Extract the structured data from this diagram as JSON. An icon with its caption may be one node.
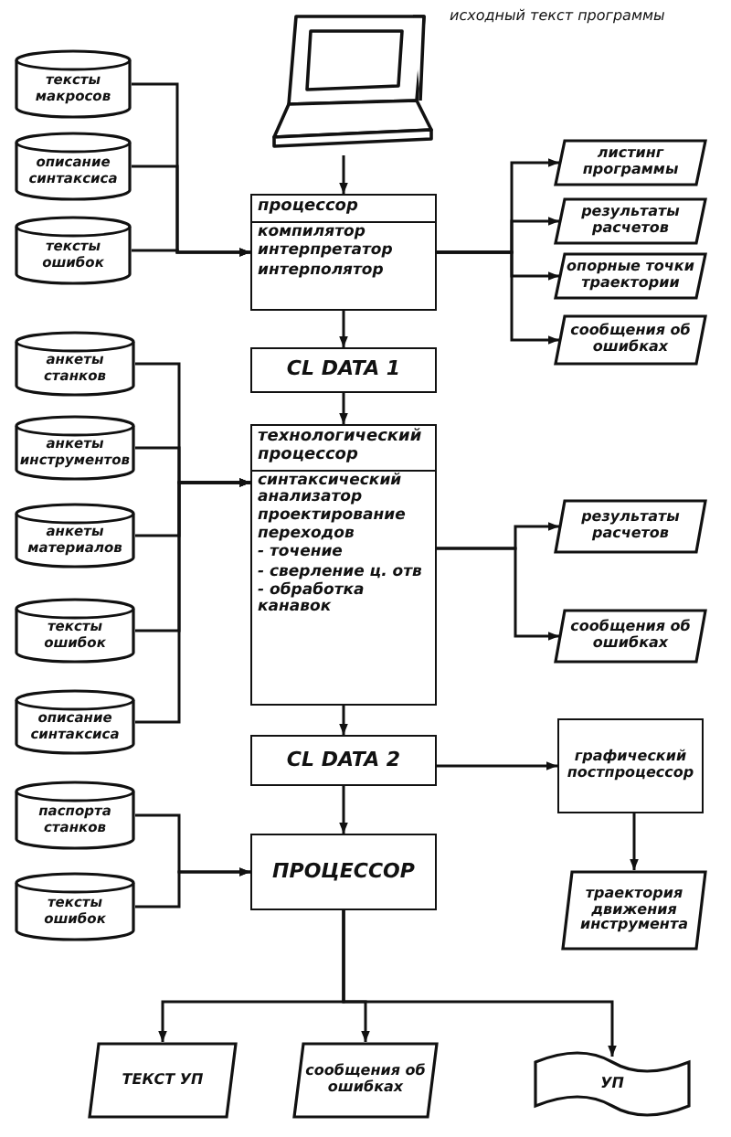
{
  "diagram": {
    "nodes": [
      {
        "text": [],
        "shape": "picture",
        "beside": [
          "исходный текст программы"
        ]
      },
      {
        "text": [
          "тексты макросов"
        ]
      },
      {
        "text": [
          "описание синтаксиса"
        ]
      },
      {
        "text": [
          "тексты ошибок"
        ]
      },
      {
        "text": [
          "процессор",
          "компилятор",
          "интерпретатор",
          "интерполятор"
        ]
      },
      {
        "text": [
          "листинг программы"
        ]
      },
      {
        "text": [
          "результаты расчетов"
        ]
      },
      {
        "text": [
          "опорные точки траектории"
        ]
      },
      {
        "text": [
          "сообщения об ошибках"
        ]
      },
      {
        "text": [
          "CL DATA 1"
        ]
      },
      {
        "text": [
          "анкеты станков"
        ]
      },
      {
        "text": [
          "анкеты инструментов"
        ]
      },
      {
        "text": [
          "анкеты материалов"
        ]
      },
      {
        "text": [
          "тексты ошибок"
        ]
      },
      {
        "text": [
          "описание синтаксиса"
        ]
      },
      {
        "text": [
          "технологический процессор",
          "синтаксический анализатор",
          "проектирование переходов",
          "- точение",
          "- сверление ц. отв",
          "- обработка канавок"
        ]
      },
      {
        "text": [
          "результаты расчетов"
        ]
      },
      {
        "text": [
          "сообщения об ошибках"
        ]
      },
      {
        "text": [
          "CL DATA 2"
        ]
      },
      {
        "text": [
          "графический постпроцессор"
        ]
      },
      {
        "text": [
          "траектория движения инструмента"
        ]
      },
      {
        "text": [
          "паспорта станков"
        ]
      },
      {
        "text": [
          "тексты ошибок"
        ]
      },
      {
        "text": [
          "ПРОЦЕССОР"
        ]
      },
      {
        "text": [
          "ТЕКСТ УП"
        ]
      },
      {
        "text": [
          "сообщения об ошибках"
        ]
      },
      {
        "text": [
          "УП"
        ]
      }
    ],
    "edges": [
      {
        "from": 1,
        "to": 4,
        "arrow": "to"
      },
      {
        "from": 2,
        "to": 4,
        "arrow": "to"
      },
      {
        "from": 3,
        "to": 4,
        "arrow": "to"
      },
      {
        "from": 0,
        "to": 4,
        "arrow": "to"
      },
      {
        "from": 4,
        "to": 5,
        "arrow": "to"
      },
      {
        "from": 4,
        "to": 6,
        "arrow": "to"
      },
      {
        "from": 4,
        "to": 7,
        "arrow": "to"
      },
      {
        "from": 4,
        "to": 8,
        "arrow": "to"
      },
      {
        "from": 4,
        "to": 9,
        "arrow": "to"
      },
      {
        "from": 9,
        "to": 15,
        "arrow": "to"
      },
      {
        "from": 10,
        "to": 15,
        "arrow": "to"
      },
      {
        "from": 11,
        "to": 15,
        "arrow": "to"
      },
      {
        "from": 12,
        "to": 15,
        "arrow": "to"
      },
      {
        "from": 13,
        "to": 15,
        "arrow": "to"
      },
      {
        "from": 14,
        "to": 15,
        "arrow": "to"
      },
      {
        "from": 15,
        "to": 16,
        "arrow": "to"
      },
      {
        "from": 15,
        "to": 17,
        "arrow": "to"
      },
      {
        "from": 15,
        "to": 18,
        "arrow": "to"
      },
      {
        "from": 18,
        "to": 19,
        "arrow": "to"
      },
      {
        "from": 19,
        "to": 20,
        "arrow": "to"
      },
      {
        "from": 18,
        "to": 23,
        "arrow": "to"
      },
      {
        "from": 21,
        "to": 23,
        "arrow": "to"
      },
      {
        "from": 22,
        "to": 23,
        "arrow": "to"
      },
      {
        "from": 23,
        "to": 24,
        "arrow": "to"
      },
      {
        "from": 23,
        "to": 25,
        "arrow": "to"
      },
      {
        "from": 23,
        "to": 26,
        "arrow": "to"
      }
    ]
  }
}
